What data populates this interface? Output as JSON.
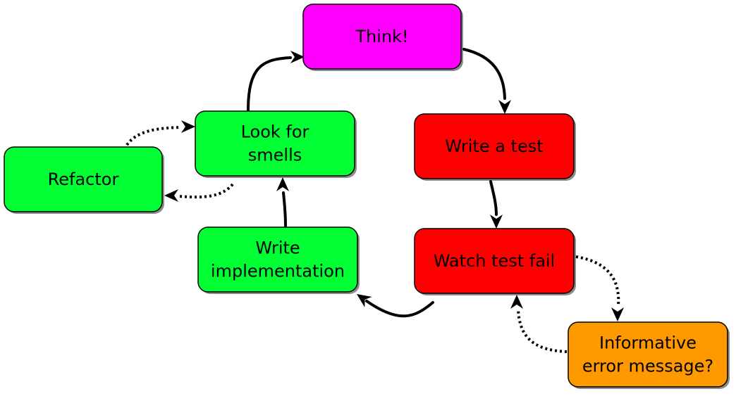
{
  "diagram": {
    "nodes": {
      "think": {
        "lines": [
          "Think!"
        ],
        "color": "#ff00ff"
      },
      "write_test": {
        "lines": [
          "Write a test"
        ],
        "color": "#ff0000"
      },
      "watch_fail": {
        "lines": [
          "Watch test fail"
        ],
        "color": "#ff0000"
      },
      "informative": {
        "lines": [
          "Informative",
          "error message?"
        ],
        "color": "#ff9900"
      },
      "write_impl": {
        "lines": [
          "Write",
          "implementation"
        ],
        "color": "#00ff33"
      },
      "look_smells": {
        "lines": [
          "Look for",
          "smells"
        ],
        "color": "#00ff33"
      },
      "refactor": {
        "lines": [
          "Refactor"
        ],
        "color": "#00ff33"
      }
    },
    "edges": [
      {
        "from": "think",
        "to": "write_test",
        "style": "solid"
      },
      {
        "from": "write_test",
        "to": "watch_fail",
        "style": "solid"
      },
      {
        "from": "watch_fail",
        "to": "informative",
        "style": "dotted"
      },
      {
        "from": "informative",
        "to": "watch_fail",
        "style": "dotted"
      },
      {
        "from": "watch_fail",
        "to": "write_impl",
        "style": "solid"
      },
      {
        "from": "write_impl",
        "to": "look_smells",
        "style": "solid"
      },
      {
        "from": "look_smells",
        "to": "think",
        "style": "solid"
      },
      {
        "from": "look_smells",
        "to": "refactor",
        "style": "dotted"
      },
      {
        "from": "refactor",
        "to": "look_smells",
        "style": "dotted"
      }
    ]
  }
}
